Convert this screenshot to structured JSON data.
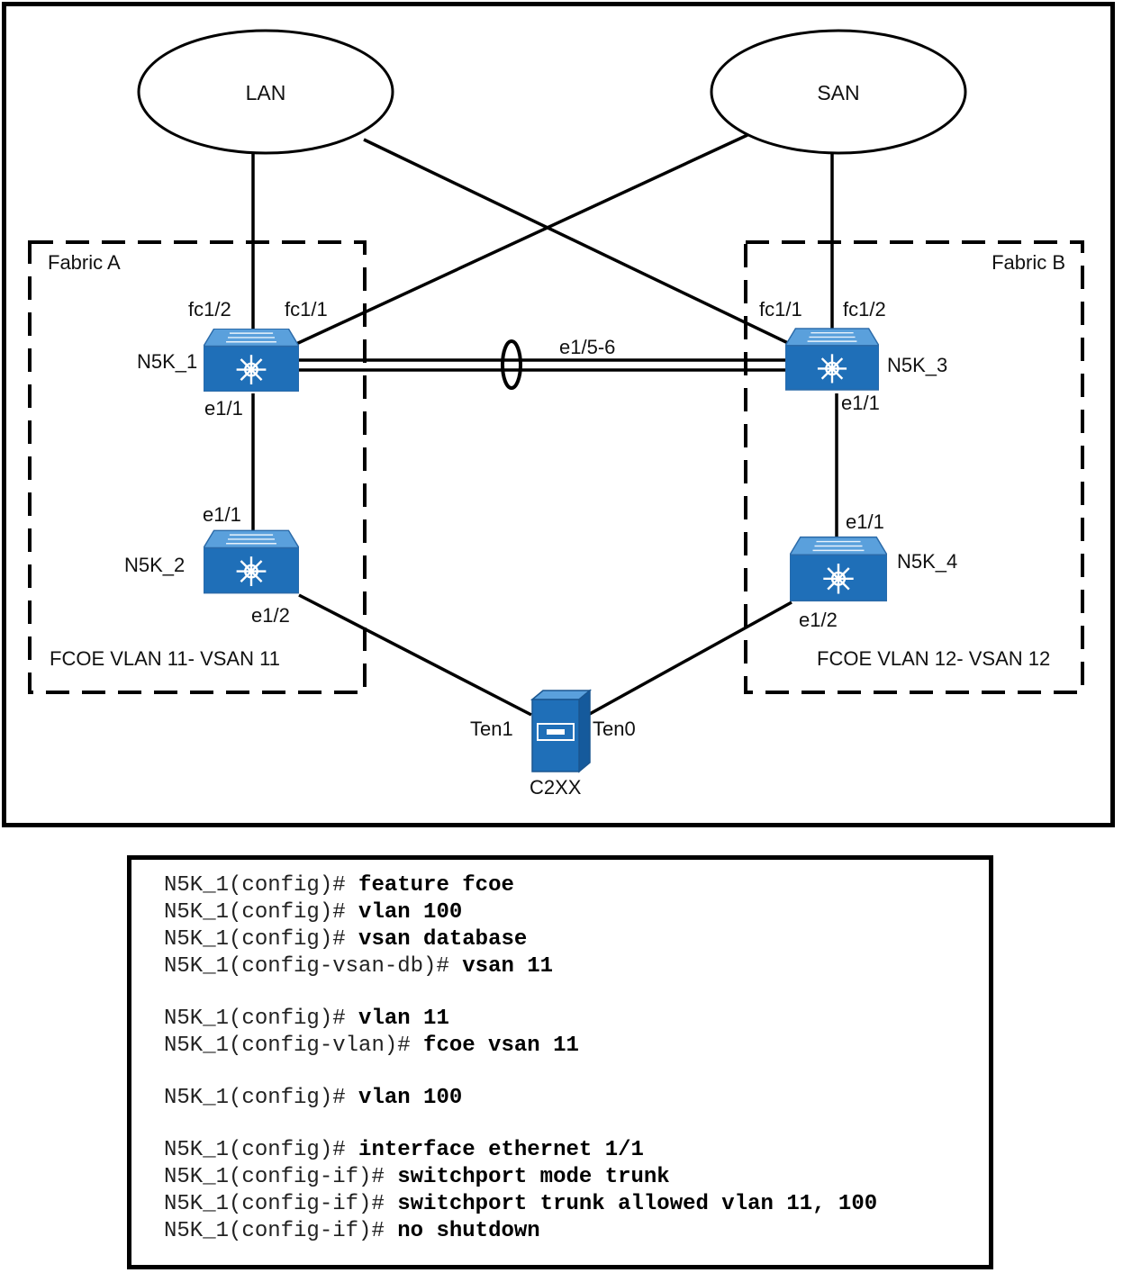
{
  "diagram": {
    "clouds": {
      "lan": "LAN",
      "san": "SAN"
    },
    "fabrics": {
      "a": {
        "title": "Fabric A",
        "footer": "FCOE VLAN 11- VSAN 11"
      },
      "b": {
        "title": "Fabric B",
        "footer": "FCOE VLAN 12- VSAN 12"
      }
    },
    "switches": {
      "n5k1": {
        "name": "N5K_1",
        "ports": {
          "fc_left": "fc1/2",
          "fc_right": "fc1/1",
          "down": "e1/1"
        }
      },
      "n5k2": {
        "name": "N5K_2",
        "ports": {
          "up": "e1/1",
          "down": "e1/2"
        }
      },
      "n5k3": {
        "name": "N5K_3",
        "ports": {
          "fc_left": "fc1/1",
          "fc_right": "fc1/2",
          "down": "e1/1"
        }
      },
      "n5k4": {
        "name": "N5K_4",
        "ports": {
          "up": "e1/1",
          "down": "e1/2"
        }
      }
    },
    "port_channel": "e1/5-6",
    "server": {
      "name": "C2XX",
      "port_left": "Ten1",
      "port_right": "Ten0"
    },
    "colors": {
      "switch_top": "#4a93d4",
      "switch_front": "#1f6fb8",
      "line": "#000000"
    }
  },
  "config": [
    [
      {
        "prompt": "N5K_1(config)# ",
        "command": "feature fcoe"
      },
      {
        "prompt": "N5K_1(config)# ",
        "command": "vlan 100"
      },
      {
        "prompt": "N5K_1(config)# ",
        "command": "vsan database"
      },
      {
        "prompt": "N5K_1(config-vsan-db)# ",
        "command": "vsan 11"
      }
    ],
    [
      {
        "prompt": "N5K_1(config)# ",
        "command": "vlan 11"
      },
      {
        "prompt": "N5K_1(config-vlan)# ",
        "command": "fcoe vsan 11"
      }
    ],
    [
      {
        "prompt": "N5K_1(config)# ",
        "command": "vlan 100"
      }
    ],
    [
      {
        "prompt": "N5K_1(config)# ",
        "command": "interface ethernet 1/1"
      },
      {
        "prompt": "N5K_1(config-if)# ",
        "command": "switchport mode trunk"
      },
      {
        "prompt": "N5K_1(config-if)# ",
        "command": "switchport trunk allowed vlan 11, 100"
      },
      {
        "prompt": "N5K_1(config-if)# ",
        "command": "no shutdown"
      }
    ]
  ]
}
